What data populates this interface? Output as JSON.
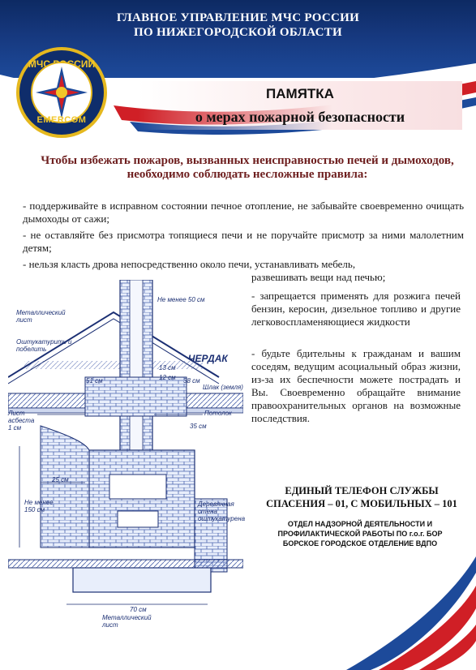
{
  "header": {
    "line1": "ГЛАВНОЕ УПРАВЛЕНИЕ МЧС РОССИИ",
    "line2": "ПО НИЖЕГОРОДСКОЙ ОБЛАСТИ"
  },
  "logo": {
    "top_text": "МЧС РОССИИ",
    "bottom_text": "EMERCOM"
  },
  "title": {
    "main": "ПАМЯТКА",
    "sub": "о мерах пожарной безопасности"
  },
  "intro": "Чтобы избежать пожаров, вызванных неисправностью печей и дымоходов, необходимо соблюдать несложные правила:",
  "rules": [
    "- поддерживайте в исправном состоянии печное отопление, не забывайте своевременно очищать дымоходы от сажи;",
    "- не оставляйте без присмотра топящиеся печи и не поручайте присмотр за ними малолетним детям;",
    "- нельзя класть дрова непосредственно около печи, устанавливать мебель,"
  ],
  "rules_right": [
    "развешивать вещи над печью;",
    "- запрещается применять для розжига печей бензин, керосин, дизельное топливо и другие легковоспламеняющиеся жидкости",
    "- будьте бдительны к гражданам и вашим соседям, ведущим асоциальный образ жизни, из-за их беспечности можете пострадать и Вы. Своевременно обращайте внимание правоохранительных органов на возможные последствия."
  ],
  "phone": {
    "line1": "ЕДИНЫЙ ТЕЛЕФОН СЛУЖБЫ",
    "line2": "СПАСЕНИЯ – 01, С МОБИЛЬНЫХ – 101"
  },
  "department": {
    "line1": "ОТДЕЛ НАДЗОРНОЙ ДЕЯТЕЛЬНОСТИ И",
    "line2": "ПРОФИЛАКТИЧЕСКОЙ РАБОТЫ ПО г.о.г. БОР",
    "line3": "БОРСКОЕ ГОРОДСКОЕ ОТДЕЛЕНИЕ ВДПО"
  },
  "diagram_labels": {
    "metal_sheet_top": "Металлический лист",
    "plaster": "Оштукатурить и побелить",
    "not_less_50": "Не менее 50 см",
    "attic": "ЧЕРДАК",
    "slag": "Шлак (земля)",
    "ceiling": "Потолок",
    "cm13": "13 см",
    "cm12": "12 см",
    "cm51": "51 см",
    "cm38": "38 см",
    "cm35": "35 см",
    "cm25": "25 см",
    "cm70": "70 см",
    "min_height": "Не менее 150 см",
    "wood_wall": "Деревянная стена оштукатурена",
    "metal_sheet_bottom": "Металлический лист",
    "side_note": "Лист асбеста 1 см"
  },
  "colors": {
    "header_blue": "#16387e",
    "accent_red": "#d01f26",
    "logo_gold": "#e5b81e",
    "intro_brown": "#6e1f1f",
    "diagram_blue": "#1b2f73"
  }
}
